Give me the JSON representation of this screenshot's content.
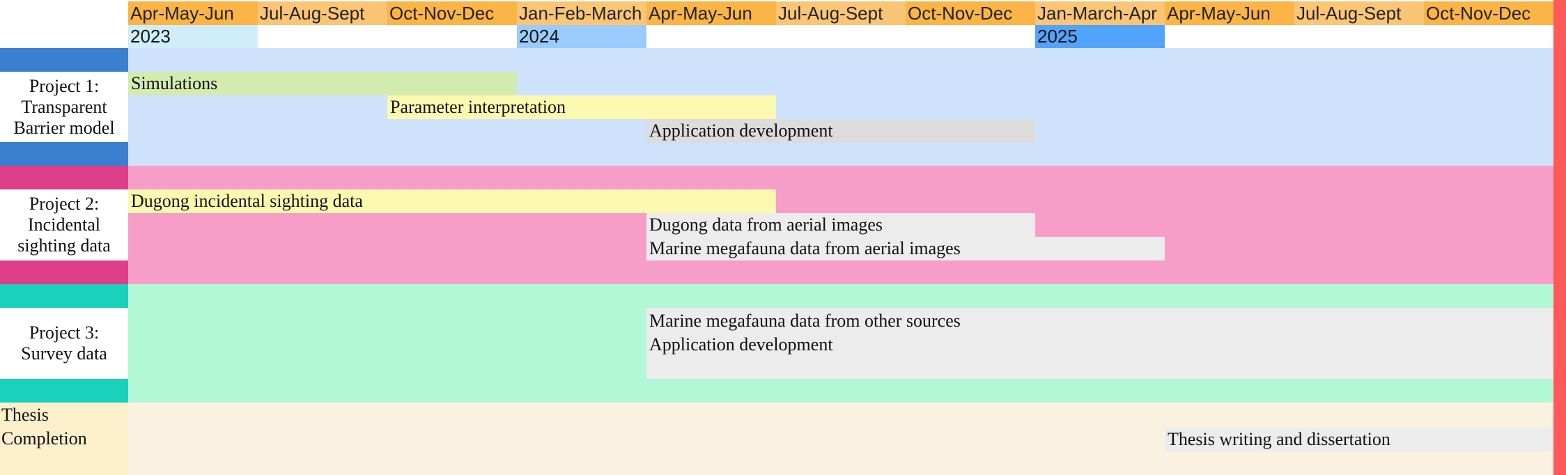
{
  "colors": {
    "quarter_header": "#fbb446",
    "quarter_header_light": "#fbc576",
    "year_2023": "#cfeefa",
    "year_2024": "#99ccfc",
    "year_2025": "#52a4fa",
    "project1_band": "#cfe2fb",
    "project1_marker": "#3b7fcf",
    "project2_band": "#f79ec8",
    "project2_marker": "#dd3f88",
    "project3_band": "#b3f8d6",
    "project3_marker": "#1ad1bb",
    "thesis_band": "#faf2e1",
    "thesis_label_bg": "#fcefcc",
    "right_edge": "#ff5a5a"
  },
  "timeline": {
    "quarters": [
      "Apr-May-Jun",
      "Jul-Aug-Sept",
      "Oct-Nov-Dec",
      "Jan-Feb-March",
      "Apr-May-Jun",
      "Jul-Aug-Sept",
      "Oct-Nov-Dec",
      "Jan-March-Apr",
      "Apr-May-Jun",
      "Jul-Aug-Sept",
      "Oct-Nov-Dec"
    ],
    "years": [
      "2023",
      "2024",
      "2025"
    ]
  },
  "projects": [
    {
      "label_lines": [
        "Project 1:",
        "Transparent",
        "Barrier model"
      ],
      "tasks": [
        "Simulations",
        "Parameter interpretation",
        "Application development"
      ]
    },
    {
      "label_lines": [
        "Project 2:",
        "Incidental",
        "sighting data"
      ],
      "tasks": [
        "Dugong incidental sighting data",
        "Dugong data from aerial images",
        "Marine megafauna data from aerial images"
      ]
    },
    {
      "label_lines": [
        "Project 3:",
        "Survey data"
      ],
      "tasks": [
        "Marine megafauna data from other sources",
        "Application development"
      ]
    },
    {
      "label_lines": [
        "Thesis",
        "Completion"
      ],
      "tasks": [
        "Thesis writing and dissertation"
      ]
    }
  ]
}
